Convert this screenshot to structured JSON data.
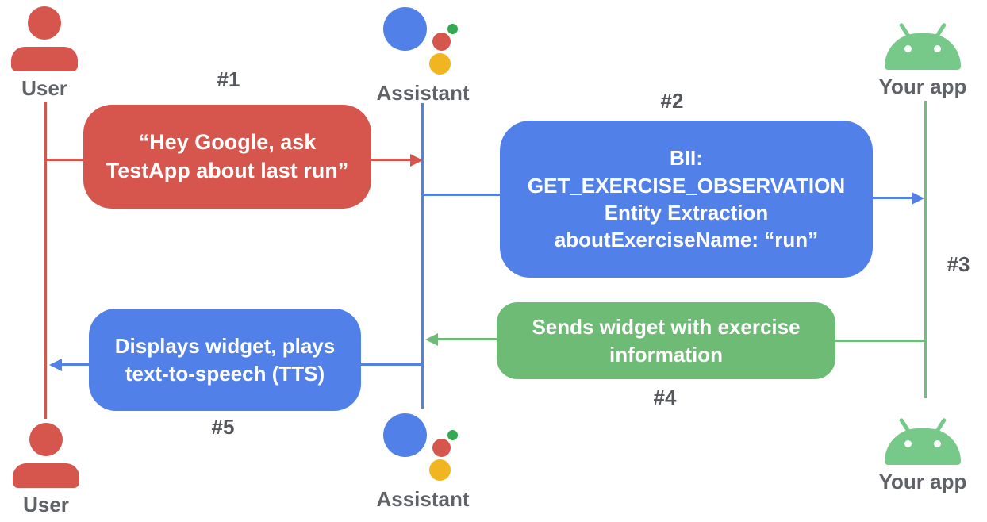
{
  "diagram_type": "sequence-flow",
  "actors": {
    "user_top": "User",
    "assistant_top": "Assistant",
    "app_top": "Your app",
    "user_bottom": "User",
    "assistant_bottom": "Assistant",
    "app_bottom": "Your app"
  },
  "steps": {
    "s1": {
      "label": "#1",
      "text": "“Hey Google, ask\nTestApp about last run”"
    },
    "s2": {
      "label": "#2",
      "text": "BII:\nGET_EXERCISE_OBSERVATION\nEntity Extraction\naboutExerciseName: “run”"
    },
    "s3": {
      "label": "#3"
    },
    "s4": {
      "label": "#4",
      "text": "Sends widget with exercise\ninformation"
    },
    "s5": {
      "label": "#5",
      "text": "Displays widget, plays\ntext-to-speech (TTS)"
    }
  },
  "icons": {
    "user": "person-icon",
    "assistant": "google-assistant-logo-icon",
    "app": "android-robot-icon"
  },
  "colors": {
    "red": "#D6554C",
    "blue": "#5181E8",
    "green_box": "#6EBB76",
    "android_green": "#77C98A",
    "lifeline_green": "#6FBE7D",
    "assistant_green_dot": "#34A853",
    "assistant_yellow": "#F1B521",
    "label_gray": "#5F6368"
  }
}
